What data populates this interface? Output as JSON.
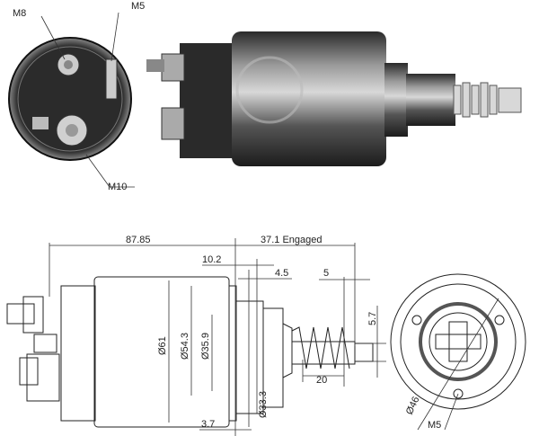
{
  "photo_labels": {
    "m8": "M8",
    "m5": "M5",
    "m10": "M10"
  },
  "dimensions": {
    "overall_length": "87.85",
    "engaged_length": "37.1 Engaged",
    "d_10_2": "10.2",
    "d_4_5": "4.5",
    "d_5": "5",
    "d_5_7": "5.7",
    "d_20": "20",
    "d_3_7": "3.7",
    "dia_61": "Ø61",
    "dia_54_3": "Ø54.3",
    "dia_35_9": "Ø35.9",
    "dia_33_3": "Ø33.3",
    "dia_46": "Ø46",
    "thread_m5": "M5"
  },
  "colors": {
    "line": "#222222",
    "metal_dark": "#3a3a3a",
    "metal_light": "#bdbdbd"
  }
}
